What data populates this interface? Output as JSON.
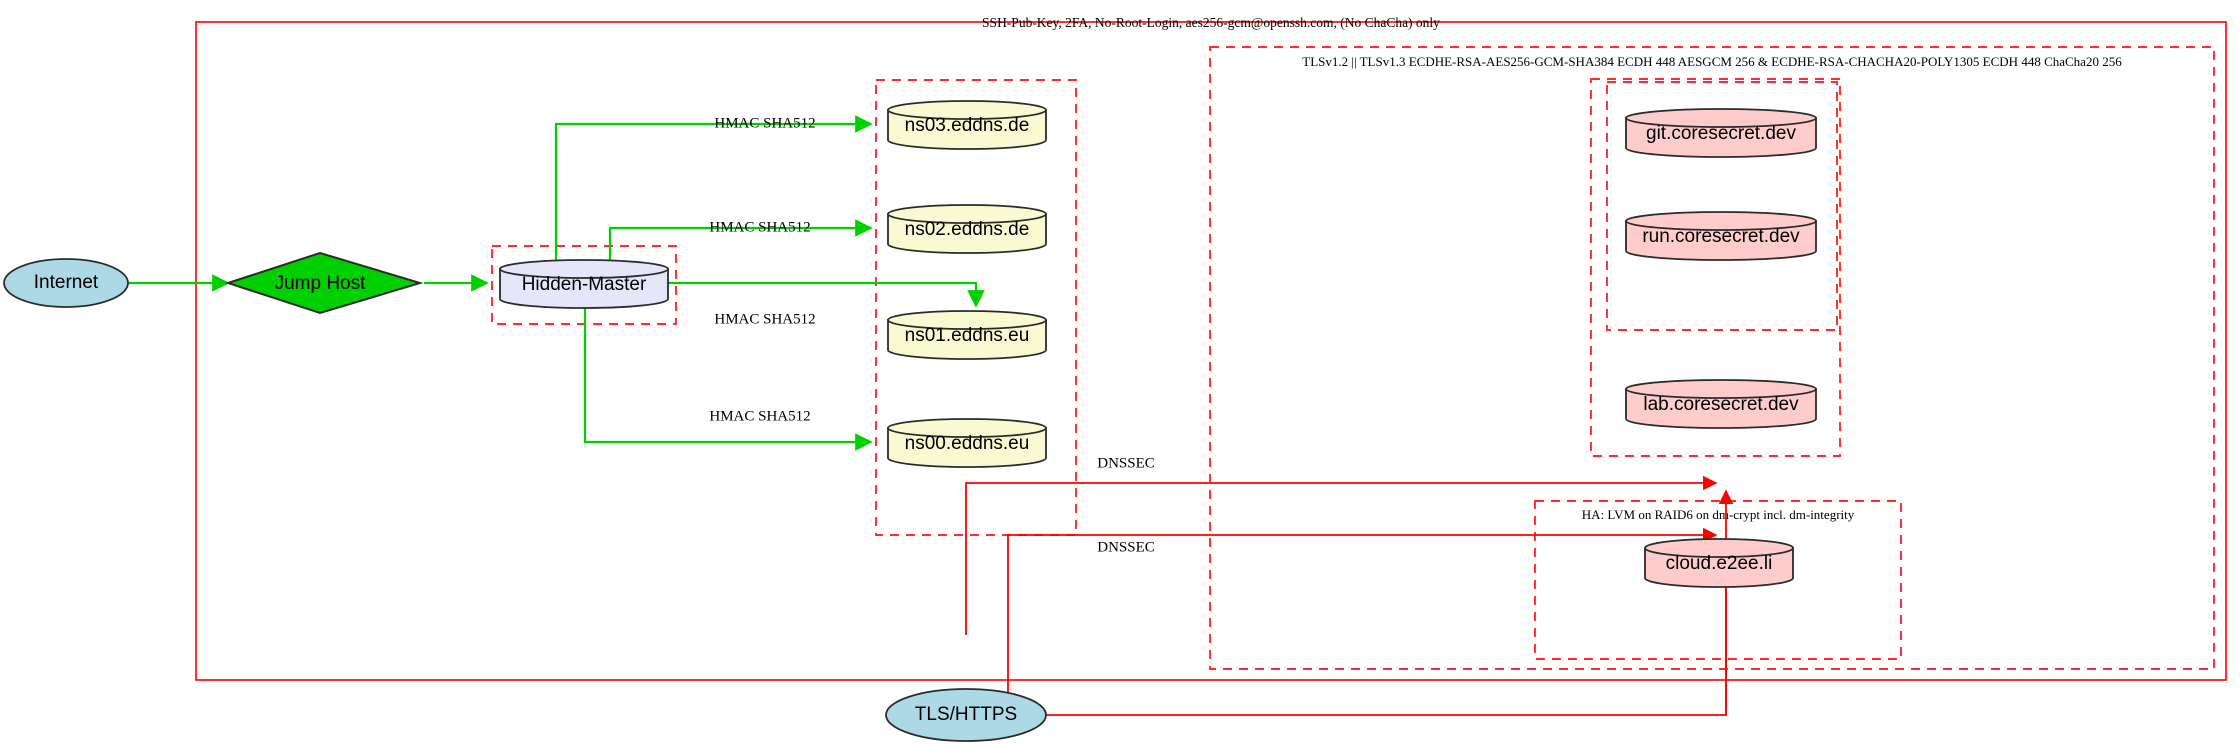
{
  "diagram": {
    "title_top_label": "SSH-Pub-Key, 2FA, No-Root-Login, aes256-gcm@openssh.com, (No ChaCha) only",
    "tls_cluster_label": "TLSv1.2 || TLSv1.3 ECDHE-RSA-AES256-GCM-SHA384 ECDH 448 AESGCM 256 & ECDHE-RSA-CHACHA20-POLY1305 ECDH 448 ChaCha20 256",
    "ha_cluster_label": "HA: LVM on RAID6 on dm-crypt incl. dm-integrity"
  },
  "nodes": {
    "internet": "Internet",
    "jump_host": "Jump Host",
    "hidden_master": "Hidden-Master",
    "ns03": "ns03.eddns.de",
    "ns02": "ns02.eddns.de",
    "ns01": "ns01.eddns.eu",
    "ns00": "ns00.eddns.eu",
    "git": "git.coresecret.dev",
    "run": "run.coresecret.dev",
    "lab": "lab.coresecret.dev",
    "cloud": "cloud.e2ee.li",
    "tls_https": "TLS/HTTPS"
  },
  "edge_labels": {
    "hmac_ns03": "HMAC SHA512",
    "hmac_ns02": "HMAC SHA512",
    "hmac_ns01": "HMAC SHA512",
    "hmac_ns00": "HMAC SHA512",
    "dnssec_upper": "DNSSEC",
    "dnssec_lower": "DNSSEC"
  },
  "colors": {
    "internet_fill": "#add8e6",
    "jump_host_fill": "#00d000",
    "hidden_master_fill": "#e6e6fa",
    "dns_fill": "#fafad2",
    "service_fill": "#ffcccc",
    "tls_fill": "#add8e6",
    "edge_green": "#00d000",
    "edge_red": "#ff0000",
    "cluster_border": "#ff0000"
  }
}
